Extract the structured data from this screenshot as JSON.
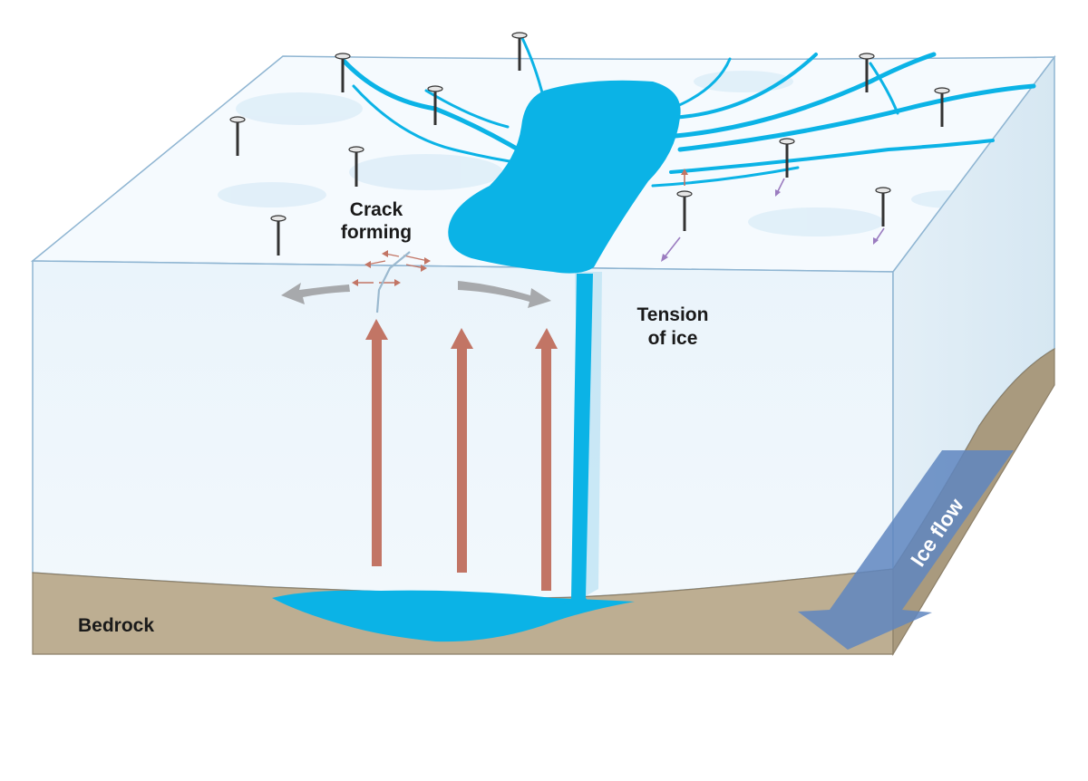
{
  "labels": {
    "crack_line1": "Crack",
    "crack_line2": "forming",
    "tension_line1": "Tension",
    "tension_line2": "of ice",
    "bedrock": "Bedrock",
    "ice_flow": "Ice flow"
  },
  "colors": {
    "meltwater": "#0bb3e6",
    "ice_top": "#f4f9fd",
    "ice_front": "#eef6fb",
    "ice_side": "#dcebf4",
    "ice_edge": "#8fb5d2",
    "bedrock": "#bdae92",
    "bedrock_dark": "#a99a7e",
    "pressure_arrow": "#c27565",
    "tension_arrow": "#a7a9ac",
    "flow_arrow": "#5f86bf",
    "velocity_arrow": "#9b7cc0"
  },
  "icons": {
    "stake": "gps-stake-icon",
    "pressure_arrow": "up-arrow-icon",
    "tension_arrow": "curved-arrow-icon"
  }
}
